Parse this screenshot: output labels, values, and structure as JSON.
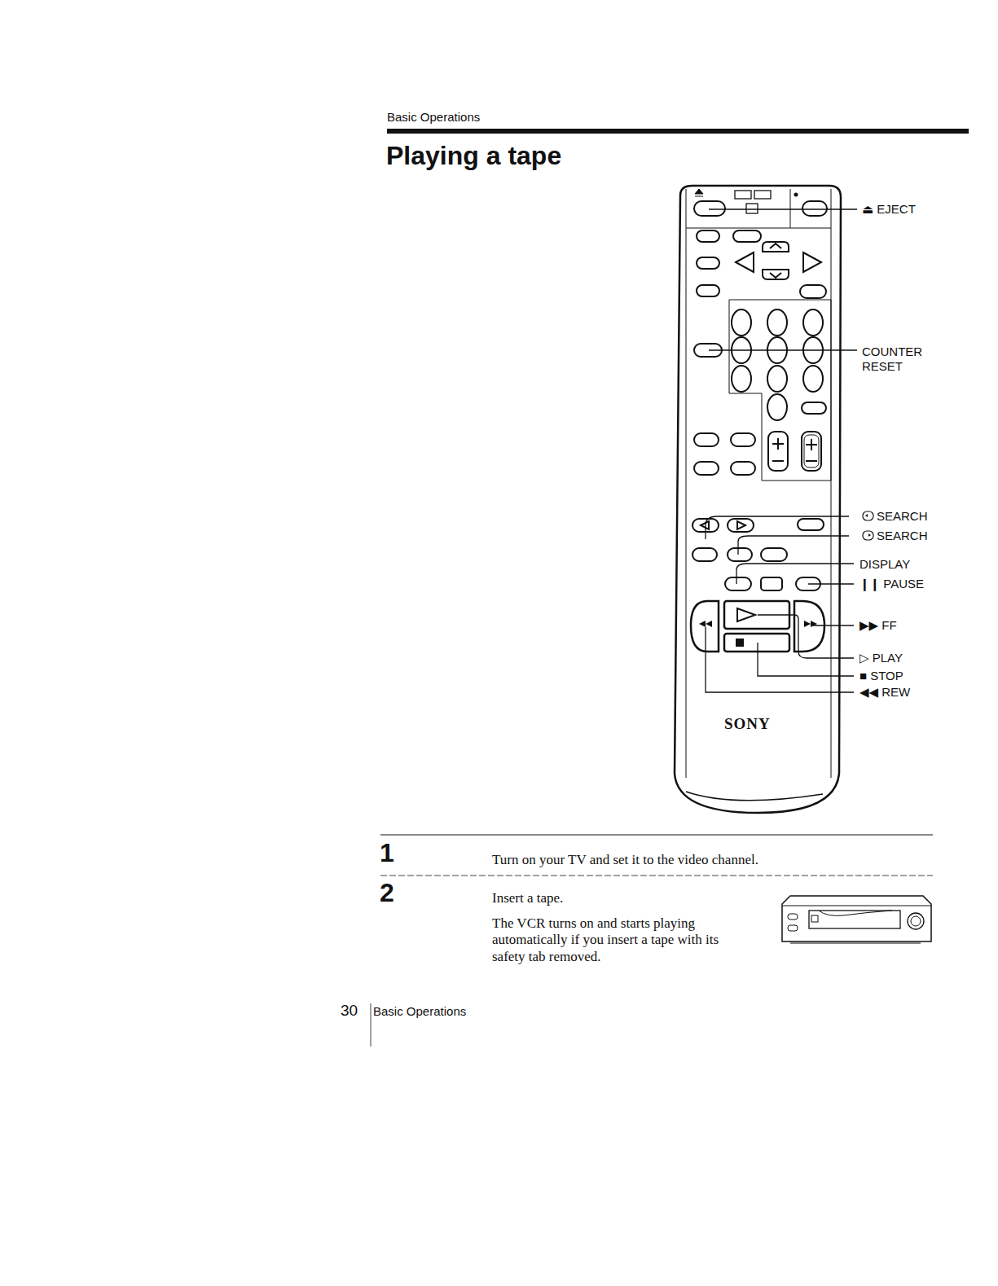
{
  "diagram": {
    "title": "Playing a tape",
    "labels": [
      "Basic Operations",
      "⏏ EJECT",
      "COUNTER RESET",
      "SEARCH",
      "SEARCH",
      "DISPLAY",
      "❙❙ PAUSE",
      "▶▶ FF",
      "▷ PLAY",
      "■ STOP",
      "◀◀ REW",
      "SONY",
      "1",
      "Turn on your TV and set it to the video channel.",
      "2",
      "Insert a tape.",
      "The VCR turns on and starts playing automatically if you insert a tape with its safety tab removed.",
      "30",
      "Basic Operations"
    ]
  }
}
